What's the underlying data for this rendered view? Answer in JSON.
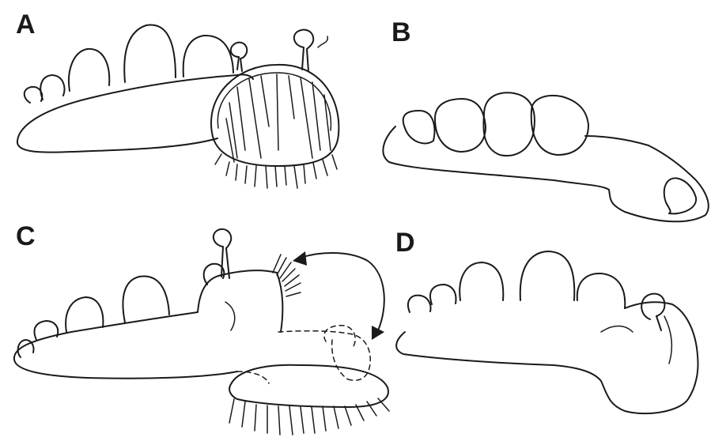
{
  "panels": [
    {
      "id": "A",
      "label": "A"
    },
    {
      "id": "B",
      "label": "B"
    },
    {
      "id": "C",
      "label": "C"
    },
    {
      "id": "D",
      "label": "D"
    }
  ],
  "colors": {
    "ink": "#1a1a1a",
    "background": "#ffffff"
  }
}
